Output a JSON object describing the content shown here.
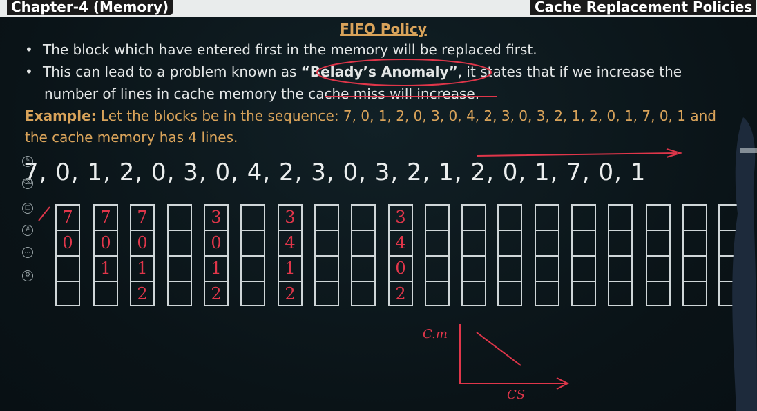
{
  "header": {
    "chapter": "Chapter-4 (Memory)",
    "topic": "Cache Replacement Policies"
  },
  "slide": {
    "title": "FIFO Policy",
    "bullet1": "The block which have entered first in the memory will be replaced first.",
    "bullet2_line1_pre": "This can lead to a problem known as ",
    "bullet2_term": "“Belady’s Anomaly”",
    "bullet2_line1_post": ", it states that if we increase the",
    "bullet2_line2": "number of lines in cache memory the cache miss will increase.",
    "example_label": "Example:",
    "example_line1": " Let the blocks be in the sequence: 7, 0, 1, 2, 0, 3, 0, 4, 2, 3, 0, 3, 2, 1, 2, 0, 1, 7, 0, 1 and",
    "example_line2": "the cache memory has 4 lines.",
    "sequence": "7,  0,  1,  2,  0,  3,  0,  4,  2,  3,  0,  3,  2,  1,  2,  0,  1,  7,  0,  1"
  },
  "frames": [
    [
      "7",
      "0",
      "",
      ""
    ],
    [
      "7",
      "0",
      "1",
      ""
    ],
    [
      "7",
      "0",
      "1",
      "2"
    ],
    [
      "",
      "",
      "",
      ""
    ],
    [
      "3",
      "0",
      "1",
      "2"
    ],
    [
      "",
      "",
      "",
      ""
    ],
    [
      "3",
      "4",
      "1",
      "2"
    ],
    [
      "",
      "",
      "",
      ""
    ],
    [
      "",
      "",
      "",
      ""
    ],
    [
      "3",
      "4",
      "0",
      "2"
    ],
    [
      "",
      "",
      "",
      ""
    ],
    [
      "",
      "",
      "",
      ""
    ],
    [
      "",
      "",
      "",
      ""
    ],
    [
      "",
      "",
      "",
      ""
    ],
    [
      "",
      "",
      "",
      ""
    ],
    [
      "",
      "",
      "",
      ""
    ],
    [
      "",
      "",
      "",
      ""
    ],
    [
      "",
      "",
      "",
      ""
    ],
    [
      "",
      "",
      "",
      ""
    ]
  ],
  "annotations": {
    "y_axis": "C.m",
    "x_axis": "CS"
  },
  "colors": {
    "accent_orange": "#d9a35a",
    "ink_red": "#e0364a",
    "text": "#e3e6e6"
  }
}
